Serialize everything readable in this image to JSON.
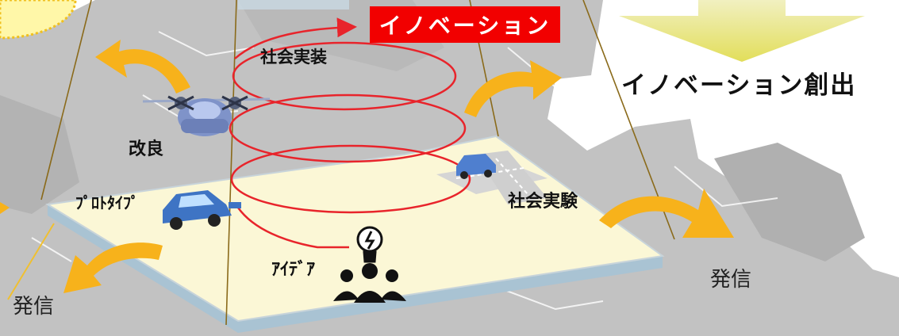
{
  "diagram": {
    "innovation_tag": "イノベーション",
    "social_implementation": "社会実装",
    "innovation_creation": "イノベーション創出",
    "improvement": "改良",
    "prototype": "ﾌﾟﾛﾄﾀｲﾌﾟ",
    "social_experiment": "社会実験",
    "idea": "ｱｲﾃﾞｱ",
    "transmit_left": "発信",
    "transmit_right": "発信"
  },
  "colors": {
    "map_gray": "#bdbdbd",
    "platform_top": "#fbf7d6",
    "platform_edge": "#a9c3d3",
    "spiral_red": "#e8242b",
    "arrow_orange": "#f7b21b",
    "tag_red": "#f20000",
    "top_arrow_yellow": "#e9e780"
  },
  "icons": [
    "flying-car-icon",
    "car-icon",
    "car-on-road-icon",
    "lightbulb-icon",
    "people-icon"
  ]
}
